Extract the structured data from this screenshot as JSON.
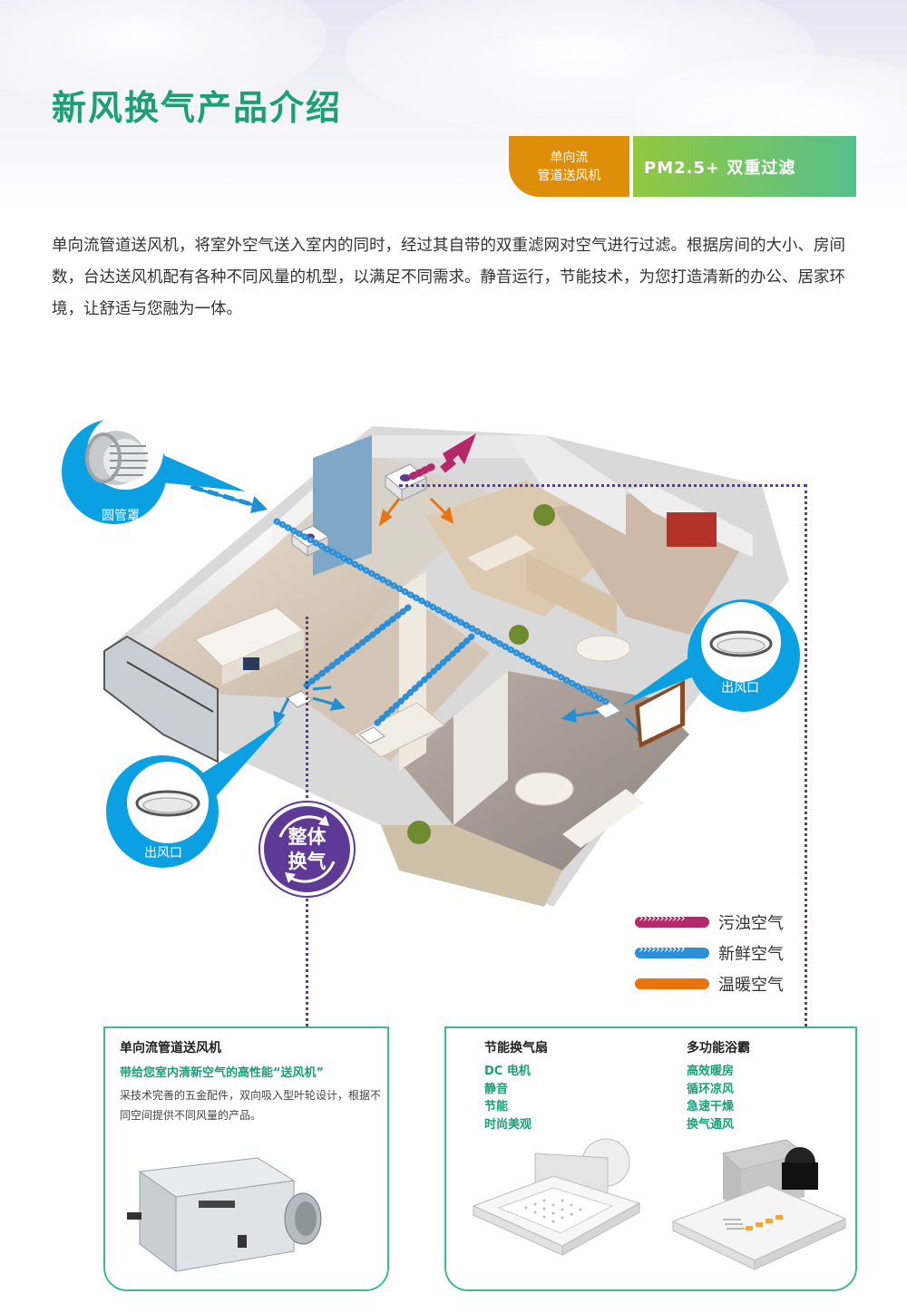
{
  "header": {
    "title": "新风换气产品介绍",
    "tag_orange_line1": "单向流",
    "tag_orange_line2": "管道送风机",
    "tag_green": "PM2.5+ 双重过滤"
  },
  "intro": "单向流管道送风机，将室外空气送入室内的同时，经过其自带的双重滤网对空气进行过滤。根据房间的大小、房间数，台达送风机配有各种不同风量的机型，以满足不同需求。静音运行，节能技术，为您打造清新的办公、居家环境，让舒适与您融为一体。",
  "diagram": {
    "callout_hood": "圆管罩",
    "callout_outlet_right": "出风口",
    "callout_outlet_left": "出风口",
    "exchange_line1": "整体",
    "exchange_line2": "换气"
  },
  "legend": [
    {
      "label": "污浊空气",
      "color": "#b5286a"
    },
    {
      "label": "新鲜空气",
      "color": "#2a8fd8"
    },
    {
      "label": "温暖空气",
      "color": "#e87410"
    }
  ],
  "card_left": {
    "title": "单向流管道送风机",
    "subtitle": "带给您室内清新空气的高性能“送风机”",
    "body": "采技术完善的五金配件，双向吸入型叶轮设计，根据不同空间提供不同风量的产品。"
  },
  "card_right": {
    "col1_title": "节能换气扇",
    "col1_items": [
      "DC 电机",
      "静音",
      "节能",
      "时尚美观"
    ],
    "col2_title": "多功能浴霸",
    "col2_items": [
      "高效暖房",
      "循环凉风",
      "急速干燥",
      "换气通风"
    ]
  },
  "colors": {
    "title_green": "#1a9f76",
    "tag_orange": "#de8e08",
    "callout_blue": "#0aa0e2",
    "exchange_purple": "#5e3a96"
  }
}
